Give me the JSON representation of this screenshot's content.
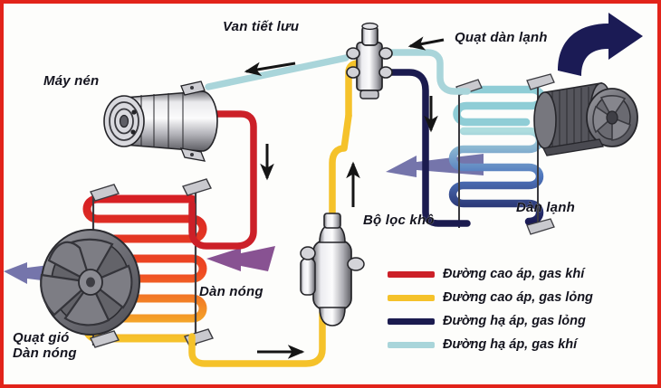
{
  "diagram": {
    "title_absent": true,
    "frame_color": "#e2231a",
    "background": "#fdfdfb"
  },
  "labels": {
    "expansion_valve": "Van tiết lưu",
    "compressor": "Máy nén",
    "evaporator_blower": "Quạt dàn lạnh",
    "evaporator": "Dàn lạnh",
    "receiver_dryer": "Bộ lọc khô",
    "condenser": "Dàn nóng",
    "condenser_fan": "Quạt gió\nDàn nóng"
  },
  "legend": {
    "items": [
      {
        "label": "Đường cao áp, gas khí",
        "color": "#cc2028"
      },
      {
        "label": "Đường cao áp, gas lỏng",
        "color": "#f5c22a"
      },
      {
        "label": "Đường hạ áp, gas lỏng",
        "color": "#1b1b4f"
      },
      {
        "label": "Đường hạ áp, gas khí",
        "color": "#a9d5da"
      }
    ]
  },
  "colors": {
    "high_pressure_gas": "#cc2028",
    "high_pressure_liquid": "#f5c22a",
    "low_pressure_liquid": "#1b1b4f",
    "low_pressure_gas": "#a9d5da",
    "condenser_mid": "#f07d21",
    "evaporator_mid": "#3f6fb5",
    "airflow_arrow": "#6f6fa8",
    "outlet_arrow": "#1b1b55",
    "flow_arrow": "#141414",
    "metal_light": "#f2f2f2",
    "metal_mid": "#b9b9bd",
    "metal_dark": "#6d6d73"
  }
}
